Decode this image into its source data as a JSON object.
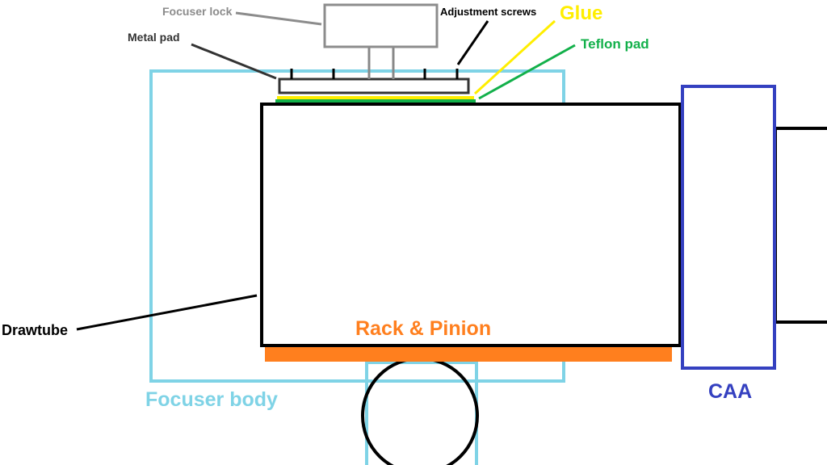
{
  "labels": {
    "focuser_lock": "Focuser lock",
    "metal_pad": "Metal pad",
    "adjustment_screws": "Adjustment screws",
    "glue": "Glue",
    "teflon_pad": "Teflon pad",
    "drawtube": "Drawtube",
    "rack_pinion": "Rack & Pinion",
    "focuser_body": "Focuser body",
    "caa": "CAA"
  },
  "colors": {
    "focuser_body": "#7fd3e6",
    "rack_pinion": "#ff7f1e",
    "glue": "#ffee00",
    "teflon_pad": "#12b04a",
    "caa": "#3440c0",
    "focuser_lock": "#8c8c8c",
    "outline": "#000000",
    "metal_pad": "#444444"
  }
}
